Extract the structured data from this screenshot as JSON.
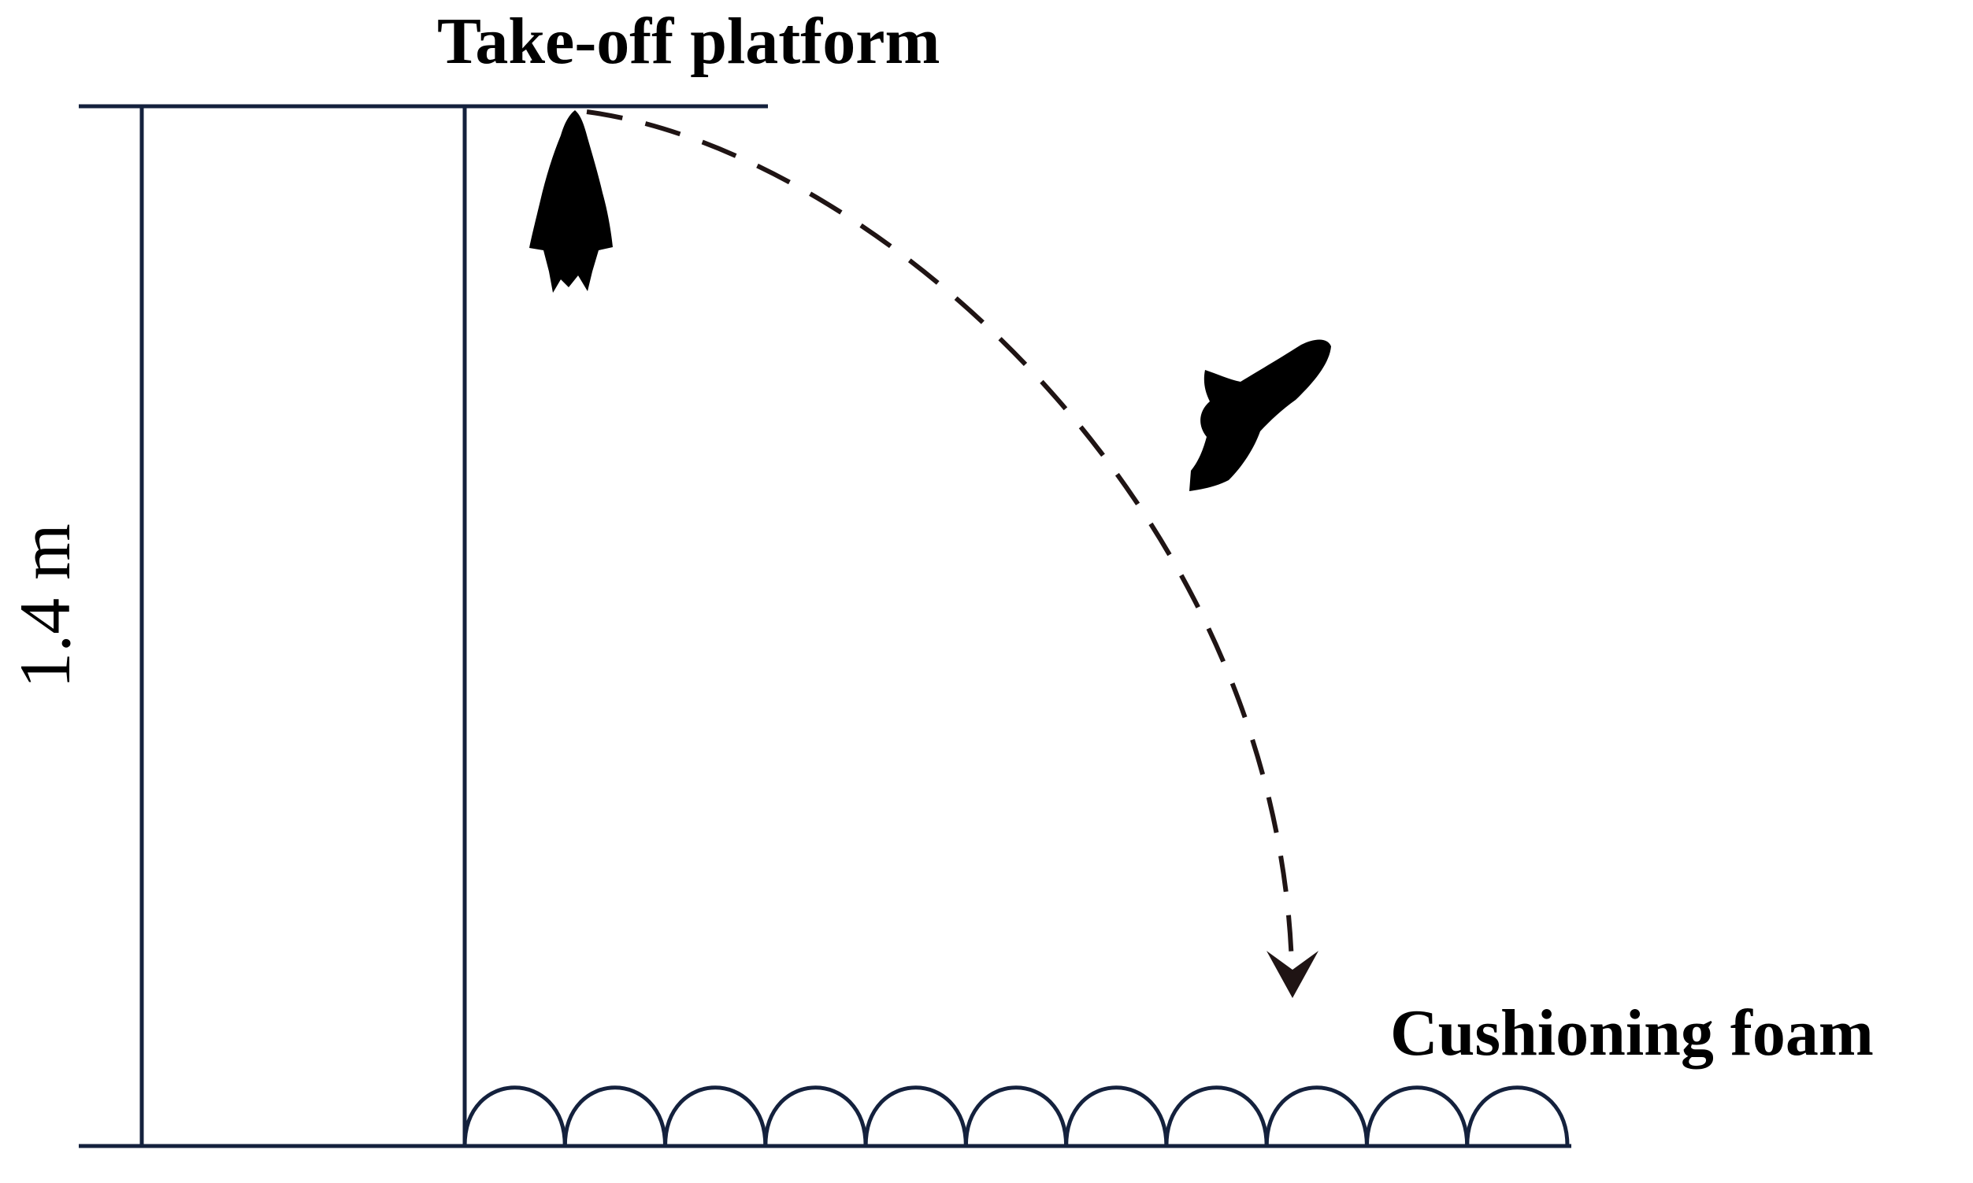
{
  "labels": {
    "platform": "Take-off platform",
    "foam": "Cushioning foam",
    "height": "1.4 m"
  },
  "colors": {
    "structure": "#14213d",
    "trajectory": "#1f1414",
    "silhouette": "#000000"
  },
  "foam_bumps": 11,
  "icons": {
    "hanging_bat": "hanging-bat-icon",
    "flying_bat": "flying-bat-icon"
  }
}
